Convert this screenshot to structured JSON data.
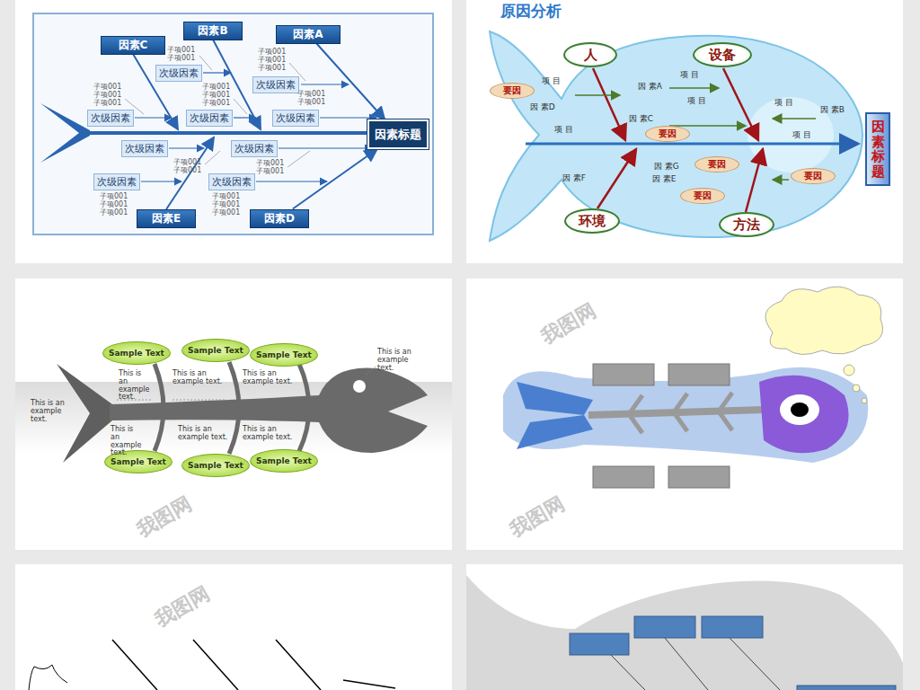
{
  "diagram": {
    "title": "原因分析",
    "nodes": [
      {
        "text": [
          "因素C"
        ]
      },
      {
        "text": [
          "因素B"
        ]
      },
      {
        "text": [
          "因素A"
        ]
      },
      {
        "text": [
          "次级因素"
        ]
      },
      {
        "text": [
          "次级因素"
        ]
      },
      {
        "text": [
          "次级因素"
        ]
      },
      {
        "text": [
          "次级因素"
        ]
      },
      {
        "text": [
          "次级因素"
        ]
      },
      {
        "text": [
          "因素标题"
        ]
      },
      {
        "text": [
          "次级因素"
        ]
      },
      {
        "text": [
          "次级因素"
        ]
      },
      {
        "text": [
          "次级因素"
        ]
      },
      {
        "text": [
          "次级因素"
        ]
      },
      {
        "text": [
          "因素E"
        ]
      },
      {
        "text": [
          "因素D"
        ]
      },
      {
        "text": [
          "人"
        ]
      },
      {
        "text": [
          "设备"
        ]
      },
      {
        "text": [
          "要因"
        ]
      },
      {
        "text": [
          "要因"
        ]
      },
      {
        "text": [
          "因素标题"
        ]
      },
      {
        "text": [
          "要因"
        ]
      },
      {
        "text": [
          "要因"
        ]
      },
      {
        "text": [
          "要因"
        ]
      },
      {
        "text": [
          "环境"
        ]
      },
      {
        "text": [
          "方法"
        ]
      },
      {
        "text": [
          "Sample Text"
        ]
      },
      {
        "text": [
          "Sample Text"
        ]
      },
      {
        "text": [
          "Sample Text"
        ]
      },
      {
        "text": [
          "Sample Text"
        ]
      },
      {
        "text": [
          "Sample Text"
        ]
      },
      {
        "text": [
          "Sample Text"
        ]
      }
    ],
    "edges": [
      {
        "from": 2,
        "to": 8,
        "arrow": "to"
      },
      {
        "from": 14,
        "to": 8,
        "arrow": "to"
      }
    ],
    "labels": [
      "子项001 子项001",
      "子项001 子项001 子项001",
      "子项001 子项001 子项001",
      "子项001 子项001 子项001",
      "子项001 子项001",
      "子项001 子项001",
      "子项001 子项001",
      "子项001 子项001 子项001",
      "子项001 子项001 子项001",
      "项 目",
      "项 目",
      "项 目",
      "项 目",
      "项 目",
      "项 目",
      "因 素A",
      "因 素B",
      "因 素C",
      "因 素D",
      "因 素E",
      "因 素F",
      "因 素G",
      "This is an example text.",
      "This is an example text.",
      "This is an example text.",
      "This is an example text.",
      "This is an example text.",
      "This is an example text.",
      "This is an example text.",
      "This is an example text.",
      "我图网",
      "我图网",
      "我图网",
      "我图网"
    ]
  }
}
